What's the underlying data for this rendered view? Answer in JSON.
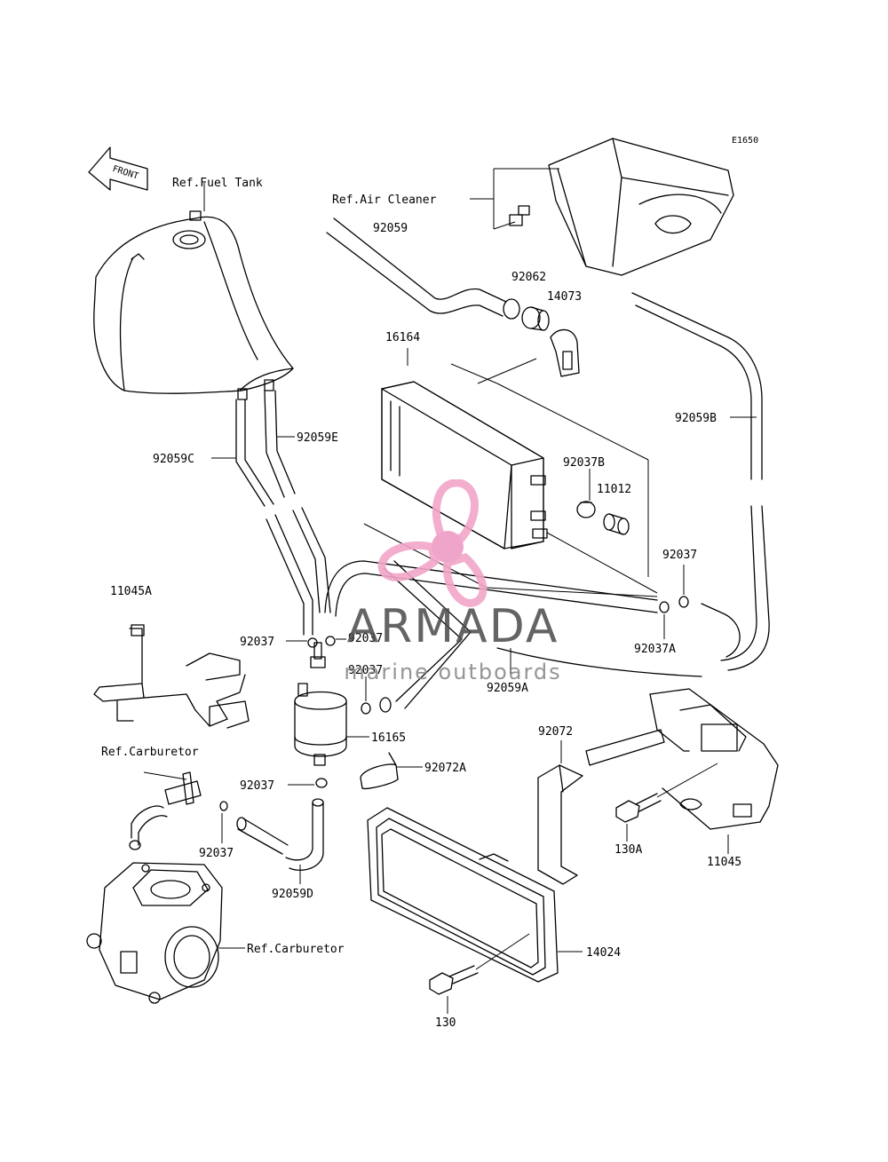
{
  "diagram": {
    "code": "E1650",
    "front_label": "FRONT",
    "ref_labels": {
      "fuel_tank": "Ref.Fuel Tank",
      "air_cleaner": "Ref.Air Cleaner",
      "carburetor_top": "Ref.Carburetor",
      "carburetor_bottom": "Ref.Carburetor"
    },
    "part_numbers": {
      "p92059": "92059",
      "p92062": "92062",
      "p14073": "14073",
      "p16164": "16164",
      "p92059B": "92059B",
      "p92059E": "92059E",
      "p92059C": "92059C",
      "p92037B": "92037B",
      "p11012": "11012",
      "p92037_right": "92037",
      "p11045A": "11045A",
      "p92037_left": "92037",
      "p92037_mid": "92037",
      "p92037_low": "92037",
      "p92037A": "92037A",
      "p92059A": "92059A",
      "p16165": "16165",
      "p92072A": "92072A",
      "p92072": "92072",
      "p92037_carb": "92037",
      "p92037_bottom": "92037",
      "p130A": "130A",
      "p11045": "11045",
      "p92059D": "92059D",
      "p14024": "14024",
      "p130": "130"
    }
  },
  "watermark": {
    "title": "ARMADA",
    "subtitle": "marine outboards",
    "accent_color": "#f2a6c8",
    "hub_color": "#ee9cc4"
  }
}
